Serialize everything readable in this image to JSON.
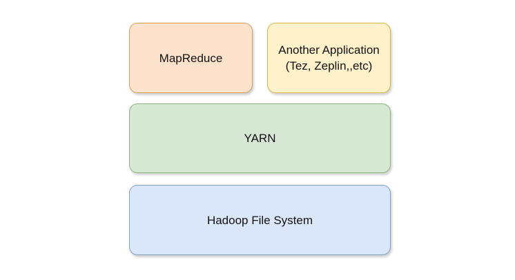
{
  "diagram": {
    "layers": {
      "mapreduce": {
        "label": "MapReduce",
        "fill": "#fde3cc",
        "stroke": "#d89a5b"
      },
      "another_application": {
        "label": "Another Application\n(Tez, Zeplin,,etc)",
        "fill": "#fff1c9",
        "stroke": "#d8b34a"
      },
      "yarn": {
        "label": "YARN",
        "fill": "#d6e8d4",
        "stroke": "#88b37a"
      },
      "hdfs": {
        "label": "Hadoop File System",
        "fill": "#dae7f8",
        "stroke": "#7f9ec6"
      }
    }
  }
}
